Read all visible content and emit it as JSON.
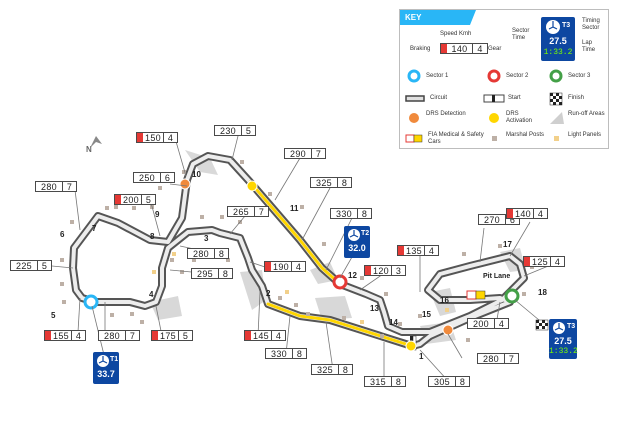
{
  "key": {
    "title": "KEY",
    "braking_label": "Braking",
    "speed_label": "Speed Kmh",
    "gear_label": "Gear",
    "sample_speed": "140",
    "sample_gear": "4",
    "sector_time_label": "Sector Time",
    "timing_sector_label": "Timing Sector",
    "lap_time_label": "Lap Time",
    "sample_sector": "T3",
    "sample_time": "27.5",
    "sample_lap": "1:33.2",
    "legend": [
      {
        "label": "Sector 1",
        "color": "#29b6f6"
      },
      {
        "label": "Sector 2",
        "color": "#e53935"
      },
      {
        "label": "Sector 3",
        "color": "#43a047"
      },
      {
        "label": "Circuit"
      },
      {
        "label": "Start"
      },
      {
        "label": "Finish"
      },
      {
        "label": "DRS Detection",
        "color": "#f08a3c"
      },
      {
        "label": "DRS Activation",
        "color": "#ffd600"
      },
      {
        "label": "Run-off Areas"
      },
      {
        "label": "FIA Medical & Safety Cars"
      },
      {
        "label": "Marshal Posts"
      },
      {
        "label": "Light Panels"
      }
    ]
  },
  "speed_boxes": [
    {
      "speed": "150",
      "gear": "4",
      "braking": true
    },
    {
      "speed": "230",
      "gear": "5",
      "braking": false
    },
    {
      "speed": "250",
      "gear": "6",
      "braking": false
    },
    {
      "speed": "200",
      "gear": "5",
      "braking": true
    },
    {
      "speed": "280",
      "gear": "7",
      "braking": false
    },
    {
      "speed": "225",
      "gear": "5",
      "braking": false
    },
    {
      "speed": "155",
      "gear": "4",
      "braking": true
    },
    {
      "speed": "280",
      "gear": "7",
      "braking": false
    },
    {
      "speed": "175",
      "gear": "5",
      "braking": true
    },
    {
      "speed": "265",
      "gear": "7",
      "braking": false
    },
    {
      "speed": "280",
      "gear": "8",
      "braking": false
    },
    {
      "speed": "295",
      "gear": "8",
      "braking": false
    },
    {
      "speed": "190",
      "gear": "4",
      "braking": true
    },
    {
      "speed": "145",
      "gear": "4",
      "braking": true
    },
    {
      "speed": "290",
      "gear": "7",
      "braking": false
    },
    {
      "speed": "325",
      "gear": "8",
      "braking": false
    },
    {
      "speed": "330",
      "gear": "8",
      "braking": false
    },
    {
      "speed": "120",
      "gear": "3",
      "braking": true
    },
    {
      "speed": "135",
      "gear": "4",
      "braking": true
    },
    {
      "speed": "270",
      "gear": "6",
      "braking": false
    },
    {
      "speed": "140",
      "gear": "4",
      "braking": true
    },
    {
      "speed": "125",
      "gear": "4",
      "braking": true
    },
    {
      "speed": "200",
      "gear": "4",
      "braking": false
    },
    {
      "speed": "280",
      "gear": "7",
      "braking": false
    },
    {
      "speed": "305",
      "gear": "8",
      "braking": false
    },
    {
      "speed": "315",
      "gear": "8",
      "braking": false
    },
    {
      "speed": "325",
      "gear": "8",
      "braking": false
    },
    {
      "speed": "330",
      "gear": "8",
      "braking": false
    }
  ],
  "turns": [
    "1",
    "2",
    "3",
    "4",
    "5",
    "6",
    "7",
    "8",
    "9",
    "10",
    "11",
    "12",
    "13",
    "14",
    "15",
    "16",
    "17",
    "18"
  ],
  "pit_lane": "Pit Lane",
  "compass": "N",
  "sector_timers": [
    {
      "sector": "T1",
      "time": "33.7",
      "lap": ""
    },
    {
      "sector": "T2",
      "time": "32.0",
      "lap": ""
    },
    {
      "sector": "T3",
      "time": "27.5",
      "lap": "1:33.2"
    }
  ],
  "colors": {
    "sector1": "#29b6f6",
    "sector2": "#e53935",
    "sector3": "#43a047",
    "drs_detection": "#f08a3c",
    "drs_activation": "#ffd600",
    "timer_bg": "#0d47a1",
    "lap_text": "#7CFC00"
  }
}
